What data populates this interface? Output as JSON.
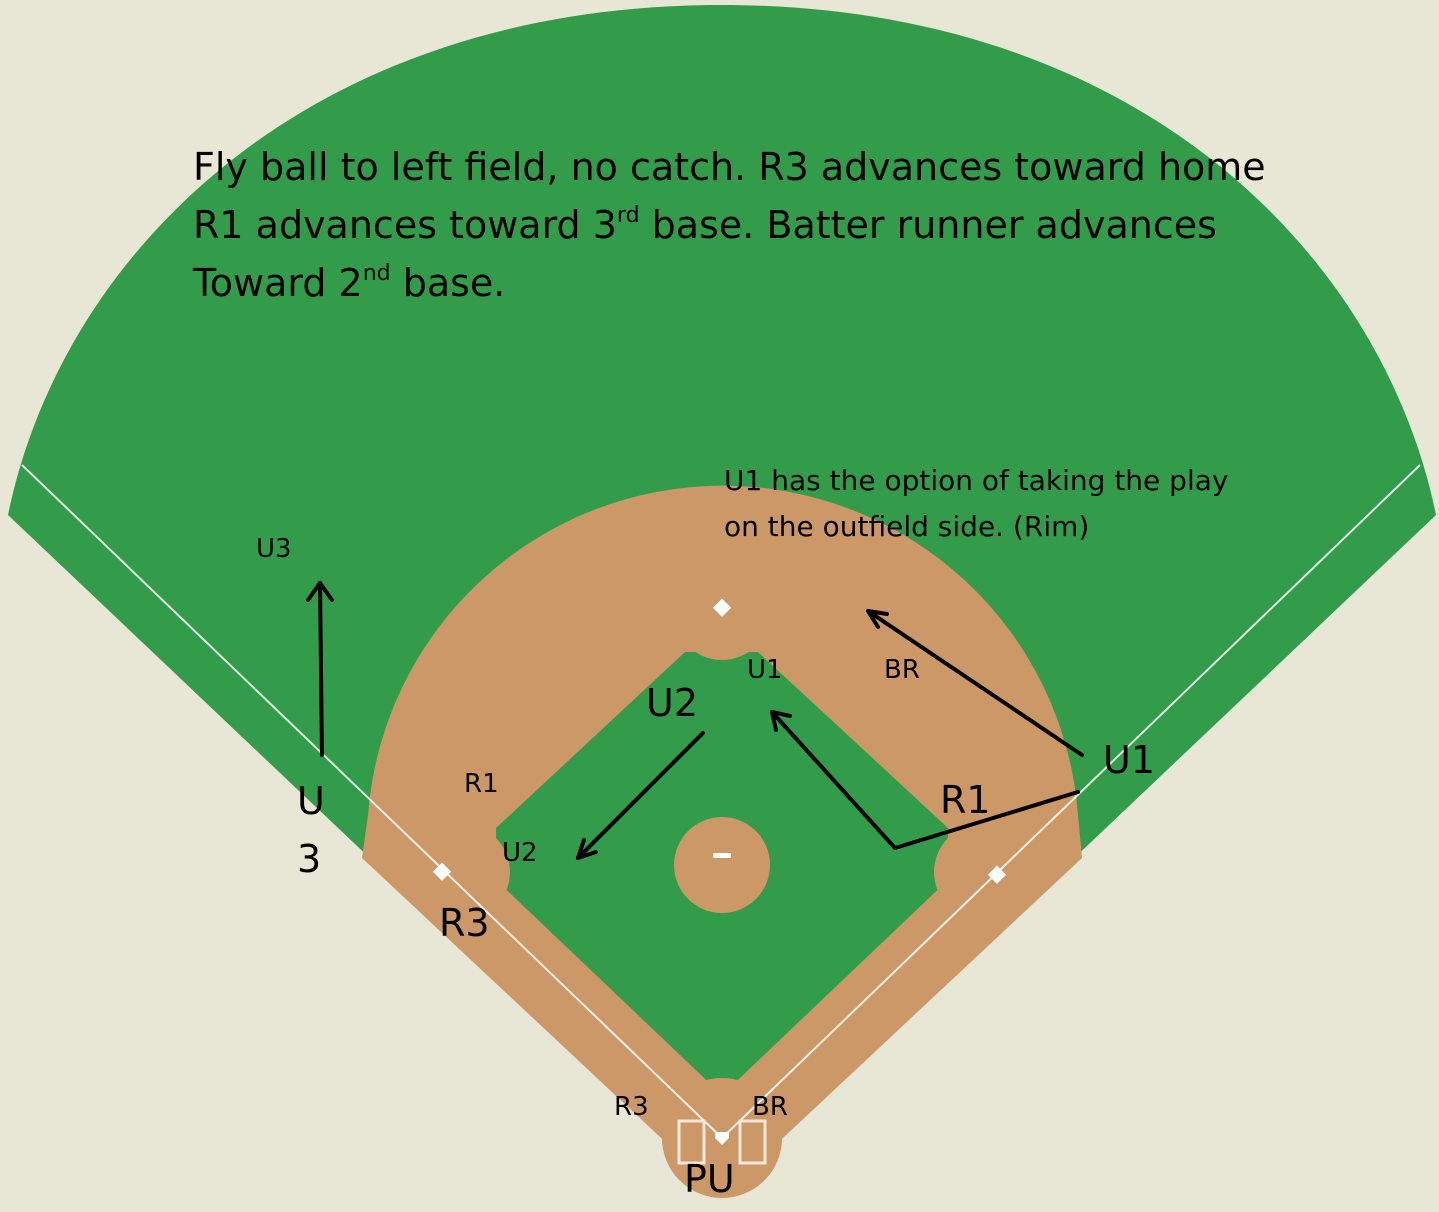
{
  "colors": {
    "grass": "#339c4a",
    "dirt": "#cd9868",
    "background": "#e8e6d4",
    "base": "#ffffff",
    "arrow": "#000000"
  },
  "description": {
    "line1": "Fly ball to left field, no catch. R3 advances toward home",
    "line2_pre": "R1 advances toward 3",
    "line2_sup": "rd",
    "line2_post": " base. Batter runner advances",
    "line3_pre": "Toward 2",
    "line3_sup": "nd",
    "line3_post": " base."
  },
  "note": {
    "line1": "U1 has the option of taking the play",
    "line2": "on the outfield side. (Rim)"
  },
  "labels": {
    "u3_target": "U3",
    "u3_start_top": "U",
    "u3_start_bottom": "3",
    "r1_third": "R1",
    "u2_target": "U2",
    "r3_at_third": "R3",
    "u2_start": "U2",
    "u1_target": "U1",
    "br_target": "BR",
    "u1_start": "U1",
    "r1_start": "R1",
    "r3_home": "R3",
    "br_home": "BR",
    "plate_umpire": "PU"
  }
}
